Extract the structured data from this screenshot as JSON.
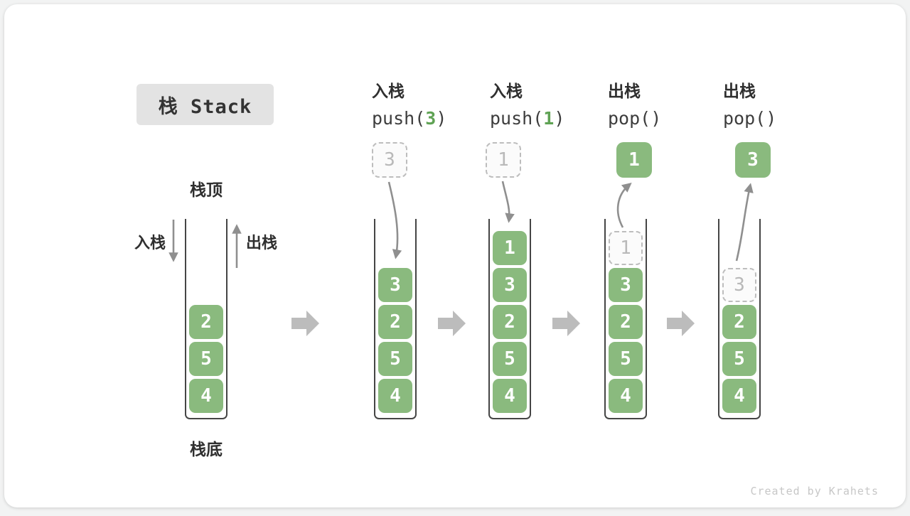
{
  "title": {
    "text": "栈 Stack"
  },
  "watermark": "Created by Krahets",
  "colors": {
    "cell_green": "#8aba7e",
    "code_arg_green": "#5fa254",
    "curve_arrow_gray": "#8f8f8f",
    "block_arrow_gray": "#bcbcbc",
    "ghost_gray": "#b9b9b9",
    "tube_ink": "#454545",
    "badge_bg": "#e3e3e3"
  },
  "stack_labels": {
    "top": "栈顶",
    "bottom": "栈底",
    "push": "入栈",
    "pop": "出栈"
  },
  "operations": [
    {
      "name": "push-3",
      "label": "入栈",
      "code_pre": "push(",
      "code_arg": "3",
      "code_post": ")"
    },
    {
      "name": "push-1",
      "label": "入栈",
      "code_pre": "push(",
      "code_arg": "1",
      "code_post": ")"
    },
    {
      "name": "pop-1",
      "label": "出栈",
      "code_pre": "pop(",
      "code_arg": "",
      "code_post": ")"
    },
    {
      "name": "pop-3",
      "label": "出栈",
      "code_pre": "pop(",
      "code_arg": "",
      "code_post": ")"
    }
  ],
  "stacks": [
    {
      "name": "stack-initial",
      "cells": [
        {
          "value": "2",
          "style": "solid"
        },
        {
          "value": "5",
          "style": "solid"
        },
        {
          "value": "4",
          "style": "solid"
        }
      ]
    },
    {
      "name": "stack-after-push-3",
      "floating": {
        "value": "3",
        "style": "ghost"
      },
      "cells": [
        {
          "value": "3",
          "style": "solid"
        },
        {
          "value": "2",
          "style": "solid"
        },
        {
          "value": "5",
          "style": "solid"
        },
        {
          "value": "4",
          "style": "solid"
        }
      ]
    },
    {
      "name": "stack-after-push-1",
      "floating": {
        "value": "1",
        "style": "ghost"
      },
      "cells": [
        {
          "value": "1",
          "style": "solid"
        },
        {
          "value": "3",
          "style": "solid"
        },
        {
          "value": "2",
          "style": "solid"
        },
        {
          "value": "5",
          "style": "solid"
        },
        {
          "value": "4",
          "style": "solid"
        }
      ]
    },
    {
      "name": "stack-after-pop-1",
      "floating": {
        "value": "1",
        "style": "solid"
      },
      "cells": [
        {
          "value": "1",
          "style": "ghost"
        },
        {
          "value": "3",
          "style": "solid"
        },
        {
          "value": "2",
          "style": "solid"
        },
        {
          "value": "5",
          "style": "solid"
        },
        {
          "value": "4",
          "style": "solid"
        }
      ]
    },
    {
      "name": "stack-after-pop-3",
      "floating": {
        "value": "3",
        "style": "solid"
      },
      "cells": [
        {
          "value": "3",
          "style": "ghost"
        },
        {
          "value": "2",
          "style": "solid"
        },
        {
          "value": "5",
          "style": "solid"
        },
        {
          "value": "4",
          "style": "solid"
        }
      ]
    }
  ]
}
